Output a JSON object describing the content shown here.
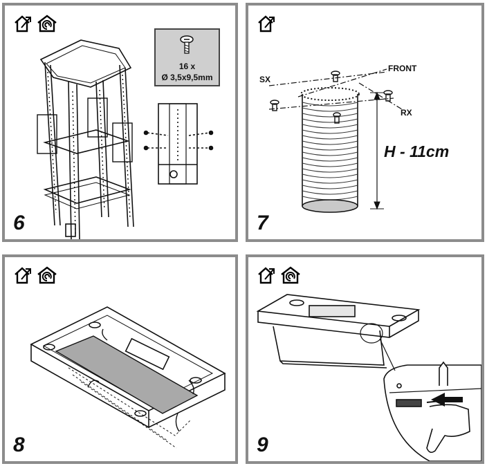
{
  "icons": {
    "vent_out": "house-vent-out-icon",
    "recirculation": "house-recirculation-icon"
  },
  "steps": {
    "s6": {
      "number": "6",
      "callout_quantity": "16 x",
      "callout_size": "Ø 3,5x9,5mm"
    },
    "s7": {
      "number": "7",
      "label_sx": "SX",
      "label_front": "FRONT",
      "label_rx": "RX",
      "height_label": "H - 11cm"
    },
    "s8": {
      "number": "8"
    },
    "s9": {
      "number": "9"
    }
  }
}
